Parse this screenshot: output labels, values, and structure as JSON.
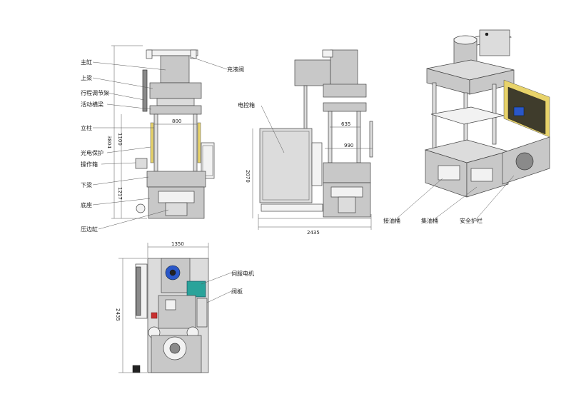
{
  "labels": {
    "main_cylinder": "主缸",
    "upper_beam": "上梁",
    "stroke_adjust_frame": "行程调节架",
    "moving_beam": "活动横梁",
    "column": "立柱",
    "photo_protect": "光电保护",
    "operation_box": "操作箱",
    "lower_beam": "下梁",
    "base": "底座",
    "edge_press_cylinder": "压边缸",
    "fill_valve": "充液阀",
    "electric_box": "电控箱",
    "oil_tank": "接油桶",
    "oil_collector": "集油桶",
    "safety_guard": "安全护栏",
    "servo_motor": "伺服电机",
    "valve_plate": "阀板"
  },
  "dims": {
    "front_height_total": "3804",
    "front_opening": "1100",
    "front_lower": "1217",
    "front_width": "800",
    "side_height": "2070",
    "side_width": "2435",
    "side_635": "635",
    "side_990": "990",
    "top_width": "1350",
    "top_depth": "2435"
  }
}
